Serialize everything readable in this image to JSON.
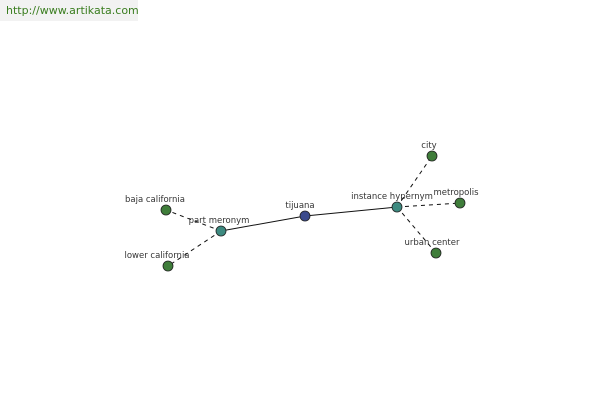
{
  "header": {
    "url": "http://www.artikata.com"
  },
  "graph": {
    "colors": {
      "center": "#3b4a8c",
      "relation": "#3d8a80",
      "leaf": "#3f7d3a",
      "stroke": "#222222",
      "edge": "#111111"
    },
    "nodes": [
      {
        "id": "tijuana",
        "label": "tijuana",
        "kind": "center"
      },
      {
        "id": "part-meronym",
        "label": "part meronym",
        "kind": "relation"
      },
      {
        "id": "instance-hypernym",
        "label": "instance hypernym",
        "kind": "relation"
      },
      {
        "id": "baja-california",
        "label": "baja california",
        "kind": "leaf"
      },
      {
        "id": "lower-california",
        "label": "lower california",
        "kind": "leaf"
      },
      {
        "id": "city",
        "label": "city",
        "kind": "leaf"
      },
      {
        "id": "metropolis",
        "label": "metropolis",
        "kind": "leaf"
      },
      {
        "id": "urban-center",
        "label": "urban center",
        "kind": "leaf"
      }
    ],
    "edges": [
      {
        "from": "tijuana",
        "to": "part-meronym",
        "style": "solid"
      },
      {
        "from": "tijuana",
        "to": "instance-hypernym",
        "style": "solid"
      },
      {
        "from": "part-meronym",
        "to": "baja-california",
        "style": "dashed"
      },
      {
        "from": "part-meronym",
        "to": "lower-california",
        "style": "dashed"
      },
      {
        "from": "instance-hypernym",
        "to": "city",
        "style": "dashed"
      },
      {
        "from": "instance-hypernym",
        "to": "metropolis",
        "style": "dashed"
      },
      {
        "from": "instance-hypernym",
        "to": "urban-center",
        "style": "dashed"
      }
    ]
  }
}
